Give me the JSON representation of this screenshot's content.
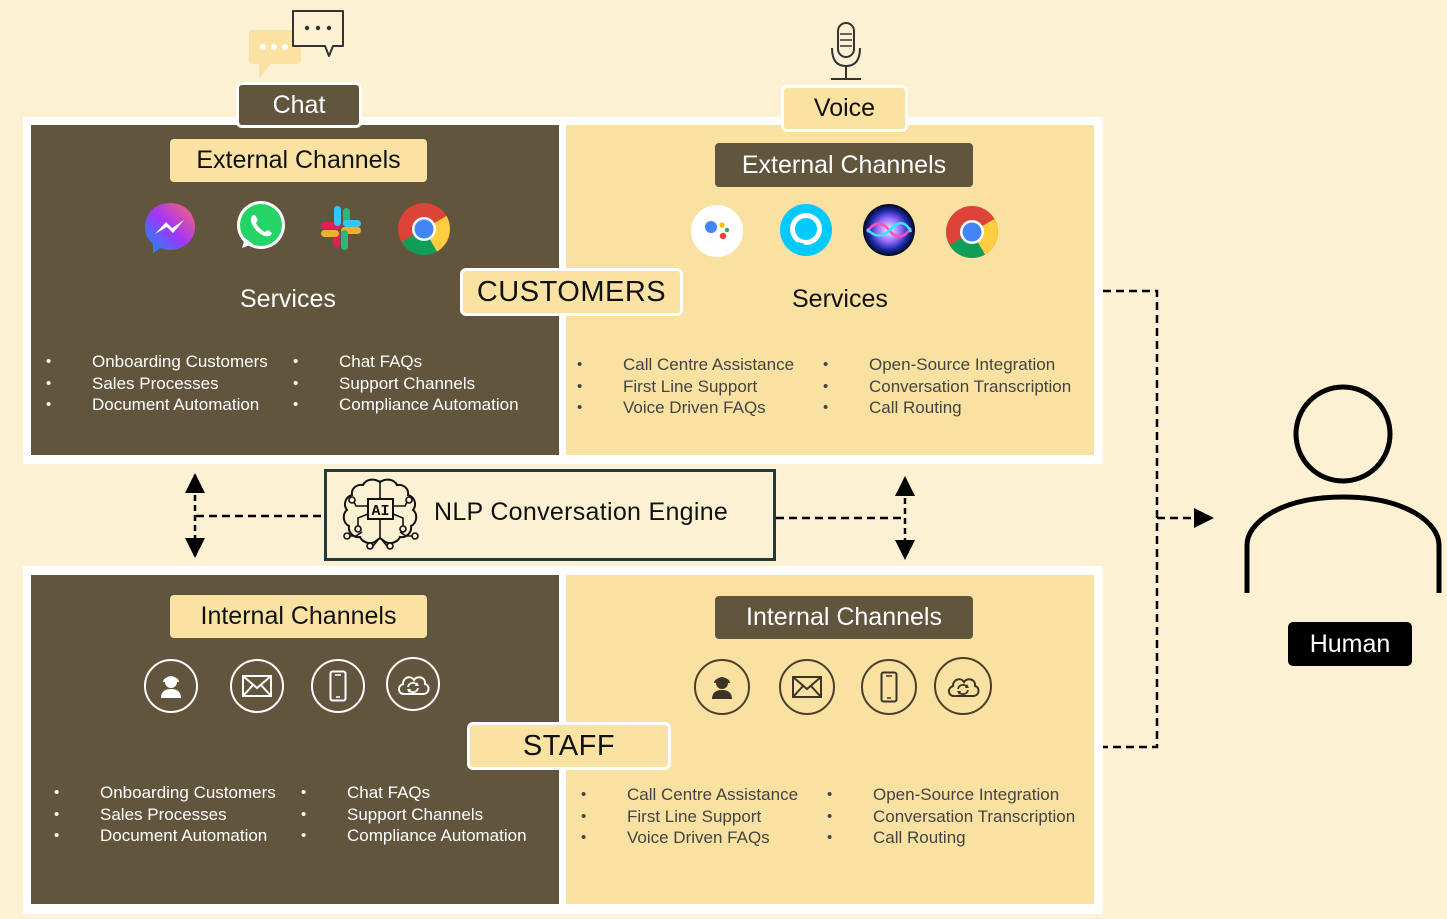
{
  "modes": {
    "chat": "Chat",
    "voice": "Voice"
  },
  "customers_label": "CUSTOMERS",
  "staff_label": "STAFF",
  "engine": {
    "label": "NLP Conversation Engine",
    "icon_text": "AI",
    "icon": "ai-brain-icon"
  },
  "human_label": "Human",
  "quadrants": {
    "chat_external": {
      "header": "External Channels",
      "icons": [
        "messenger-icon",
        "whatsapp-icon",
        "slack-icon",
        "chrome-icon"
      ],
      "services_title": "Services",
      "col1": [
        "Onboarding Customers",
        "Sales Processes",
        "Document Automation"
      ],
      "col2": [
        "Chat FAQs",
        "Support Channels",
        "Compliance Automation"
      ]
    },
    "voice_external": {
      "header": "External Channels",
      "icons": [
        "google-assistant-icon",
        "alexa-icon",
        "siri-icon",
        "chrome-icon"
      ],
      "services_title": "Services",
      "col1": [
        "Call Centre Assistance",
        "First Line Support",
        "Voice Driven FAQs"
      ],
      "col2": [
        "Open-Source Integration",
        "Conversation Transcription",
        "Call Routing"
      ]
    },
    "chat_internal": {
      "header": "Internal Channels",
      "icons": [
        "support-agent-icon",
        "email-icon",
        "mobile-phone-icon",
        "cloud-sync-icon"
      ],
      "col1": [
        "Onboarding Customers",
        "Sales Processes",
        "Document Automation"
      ],
      "col2": [
        "Chat FAQs",
        "Support Channels",
        "Compliance Automation"
      ]
    },
    "voice_internal": {
      "header": "Internal Channels",
      "icons": [
        "support-agent-icon",
        "email-icon",
        "mobile-phone-icon",
        "cloud-sync-icon"
      ],
      "col1": [
        "Call Centre Assistance",
        "First Line Support",
        "Voice Driven FAQs"
      ],
      "col2": [
        "Open-Source Integration",
        "Conversation Transcription",
        "Call Routing"
      ]
    }
  },
  "colors": {
    "background": "#fdf1d4",
    "dark_panel": "#62553d",
    "light_panel": "#f9e1a1",
    "human_badge": "#000000"
  }
}
